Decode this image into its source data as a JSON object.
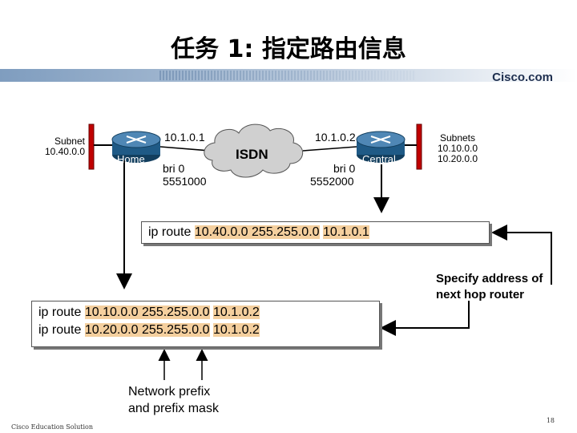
{
  "title": "任务 1: 指定路由信息",
  "logo": "Cisco.com",
  "left_subnet": {
    "label": "Subnet",
    "value": "10.40.0.0"
  },
  "home_router": {
    "name": "Home",
    "ip": "10.1.0.1",
    "iface": "bri 0",
    "number": "5551000"
  },
  "cloud": {
    "label": "ISDN"
  },
  "central_router": {
    "name": "Central",
    "ip": "10.1.0.2",
    "iface": "bri 0",
    "number": "5552000"
  },
  "right_subnets": {
    "label": "Subnets",
    "values": [
      "10.10.0.0",
      "10.20.0.0"
    ]
  },
  "central_route": {
    "cmd": "ip route",
    "prefix": "10.40.0.0",
    "mask": "255.255.0.0",
    "next_hop": "10.1.0.1"
  },
  "home_routes": [
    {
      "cmd": "ip route",
      "prefix": "10.10.0.0",
      "mask": "255.255.0.0",
      "next_hop": "10.1.0.2"
    },
    {
      "cmd": "ip route",
      "prefix": "10.20.0.0",
      "mask": "255.255.0.0",
      "next_hop": "10.1.0.2"
    }
  ],
  "callout_next_hop": [
    "Specify address of",
    "next hop router"
  ],
  "callout_prefix": [
    "Network prefix",
    "and prefix mask"
  ],
  "footer": "Cisco Education Solution",
  "page_number": "18",
  "colors": {
    "highlight": "#f4cf9e",
    "router_blue": "#1f5a86",
    "band_blue": "#8fa9c6"
  }
}
